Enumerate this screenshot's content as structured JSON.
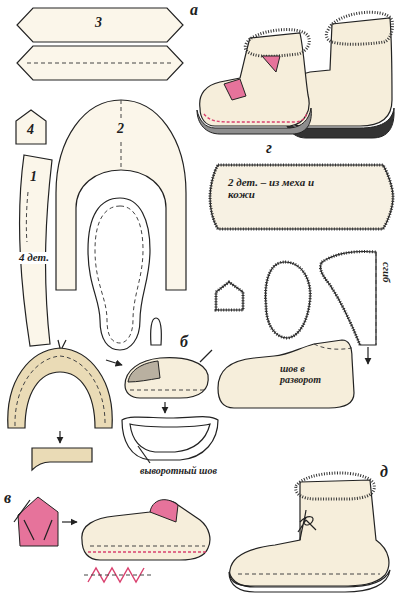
{
  "diagram": {
    "nodes": [
      {
        "text": [
          "3"
        ]
      },
      {
        "text": [
          "4"
        ]
      },
      {
        "text": [
          "2"
        ]
      },
      {
        "text": [
          "1",
          "4 дет."
        ]
      },
      {
        "text": [
          "2 дет. – из меха и кожи"
        ]
      },
      {
        "text": [
          "шов в разворот"
        ]
      }
    ],
    "labels": [
      "а",
      "г",
      "сгиб",
      "б",
      "выворотный шов",
      "в",
      "д"
    ]
  }
}
